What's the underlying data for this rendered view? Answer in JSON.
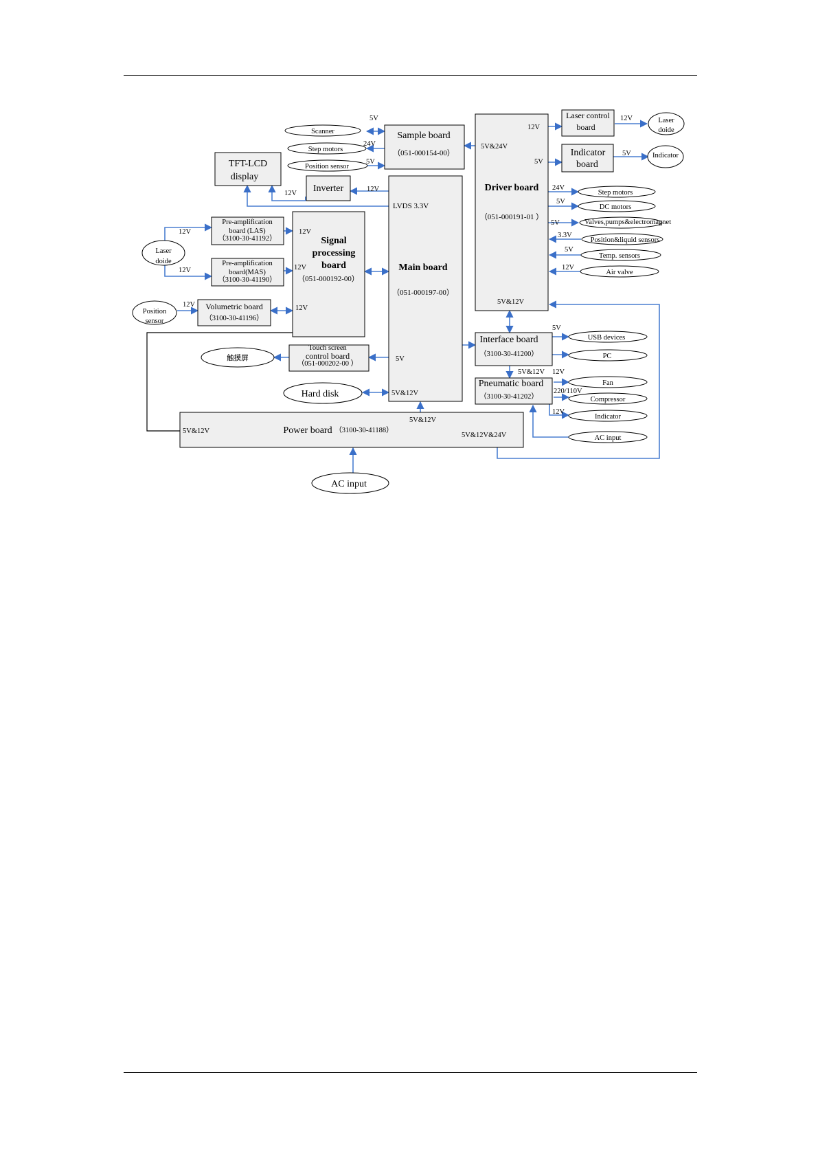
{
  "boxes": {
    "sample": {
      "title": "Sample board",
      "code": "（051-000154-00）"
    },
    "tft": {
      "line1": "TFT-LCD",
      "line2": "display"
    },
    "inverter": {
      "title": "Inverter"
    },
    "driver": {
      "title": "Driver board",
      "code": "（051-000191-01 ）"
    },
    "laser_ctrl": {
      "line1": "Laser control",
      "line2": "board"
    },
    "indicator_board": {
      "line1": "Indicator",
      "line2": "board"
    },
    "preamp_las": {
      "line1": "Pre-amplification",
      "line2": "board (LAS)",
      "code": "（3100-30-41192）"
    },
    "preamp_mas": {
      "line1": "Pre-amplification",
      "line2": "board(MAS)",
      "code": "（3100-30-41190）"
    },
    "signal": {
      "line1": "Signal",
      "line2": "processing",
      "line3": "board",
      "code": "（051-000192-00）"
    },
    "main": {
      "title": "Main board",
      "code": "（051-000197-00）"
    },
    "volumetric": {
      "title": "Volumetric board",
      "code": "（3100-30-41196）"
    },
    "touch": {
      "line1": "Touch screen",
      "line2": "control board",
      "code": "（051-000202-00 ）"
    },
    "interface": {
      "title": "Interface board",
      "code": "（3100-30-41200）"
    },
    "pneumatic": {
      "title": "Pneumatic board",
      "code": "（3100-30-41202）"
    },
    "power": {
      "title": "Power board",
      "code": "（3100-30-41188）"
    }
  },
  "ellipses": {
    "scanner": "Scanner",
    "step_motors_s": "Step motors",
    "position_sensor_s": "Position sensor",
    "laser_diode_l": {
      "line1": "Laser",
      "line2": "doide"
    },
    "position_sensor_l": {
      "line1": "Position",
      "line2": "sensor"
    },
    "touch_screen": "触摸屏",
    "hard_disk": "Hard disk",
    "ac_input": "AC input",
    "laser_diode_r": {
      "line1": "Laser",
      "line2": "doide"
    },
    "indicator_r": "Indicator",
    "step_motors_r": "Step motors",
    "dc_motors": "DC motors",
    "valves": "Valves,pumps&electromagnet",
    "position_liquid": "Position&liquid sensors",
    "temp_sensors": "Temp. sensors",
    "air_valve": "Air valve",
    "usb": "USB devices",
    "pc": "PC",
    "fan": "Fan",
    "compressor": "Compressor",
    "indicator_p": "Indicator",
    "ac_input_p": "AC input"
  },
  "voltages": {
    "v_scanner": "5V",
    "v_step_s": "24V",
    "v_pos_s": "5V",
    "v_driver_sample": "5V&24V",
    "v_lasctrl": "12V",
    "v_laser_diode": "12V",
    "v_indboard": "5V",
    "v_indicator": "5V",
    "v_inverter": "12V",
    "v_tft": "12V",
    "v_lvds": "LVDS 3.3V",
    "v_step_r": "24V",
    "v_dc": "5V",
    "v_valves": "5V",
    "v_posliq": "3.3V",
    "v_temp": "5V",
    "v_air": "12V",
    "v_las_in": "12V",
    "v_mas_in": "12V",
    "v_las_out": "12V",
    "v_mas_out": "12V",
    "v_pos_l": "12V",
    "v_vol_out": "12V",
    "v_driver_bottom": "5V&12V",
    "v_usb": "5V",
    "v_pneu_in": "5V&12V",
    "v_fan": "12V",
    "v_comp": "220/110V",
    "v_ind_p": "12V",
    "v_main_touch": "5V",
    "v_main_hd": "5V&12V",
    "v_main_power": "5V&12V",
    "v_power_left": "5V&12V",
    "v_power_right": "5V&12V&24V"
  }
}
